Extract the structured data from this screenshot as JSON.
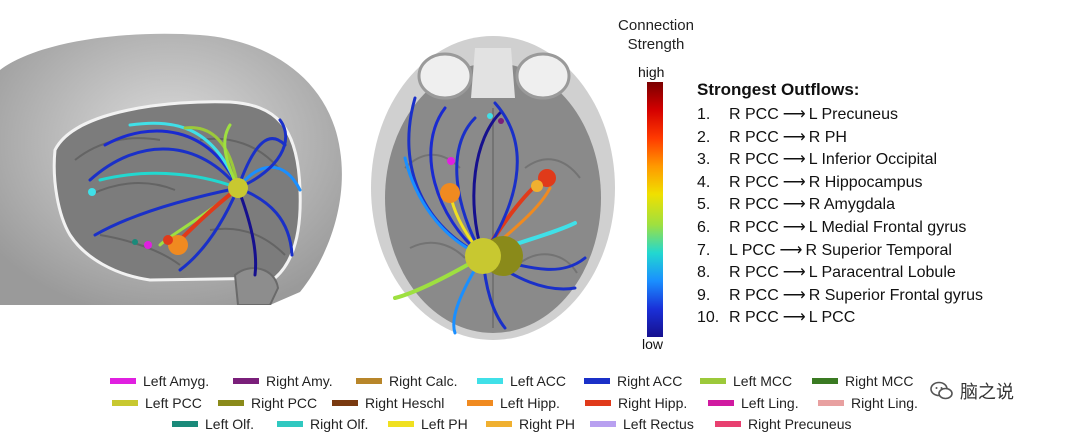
{
  "colorbar": {
    "title_line1": "Connection",
    "title_line2": "Strength",
    "high_label": "high",
    "low_label": "low",
    "gradient_colors": [
      "#7a0000",
      "#d40000",
      "#ff3a00",
      "#ff9900",
      "#f0e000",
      "#9ee040",
      "#22d8d0",
      "#1a8fff",
      "#1a30d8",
      "#16108e"
    ]
  },
  "outflows": {
    "title": "Strongest Outflows:",
    "items": [
      {
        "num": "1.",
        "source": "R PCC",
        "target": "L Precuneus"
      },
      {
        "num": "2.",
        "source": "R PCC",
        "target": "R PH"
      },
      {
        "num": "3.",
        "source": "R PCC",
        "target": "L Inferior Occipital"
      },
      {
        "num": "4.",
        "source": "R PCC",
        "target": "R Hippocampus"
      },
      {
        "num": "5.",
        "source": "R PCC",
        "target": "R Amygdala"
      },
      {
        "num": "6.",
        "source": "R PCC",
        "target": "L Medial Frontal gyrus"
      },
      {
        "num": "7.",
        "source": "L PCC",
        "target": "R Superior Temporal"
      },
      {
        "num": "8.",
        "source": "R PCC",
        "target": "L Paracentral Lobule"
      },
      {
        "num": "9.",
        "source": "R PCC",
        "target": "R Superior Frontal gyrus"
      },
      {
        "num": "10.",
        "source": "R PCC",
        "target": "L PCC"
      }
    ]
  },
  "legend": [
    {
      "label": "Left Amyg.",
      "color": "#e020e0"
    },
    {
      "label": "Right Amy.",
      "color": "#7a1f7a"
    },
    {
      "label": "Right Calc.",
      "color": "#b8862a"
    },
    {
      "label": "Left ACC",
      "color": "#40e0e8"
    },
    {
      "label": "Right ACC",
      "color": "#1a30c8"
    },
    {
      "label": "Left MCC",
      "color": "#9cc93a"
    },
    {
      "label": "Right MCC",
      "color": "#3a7a22"
    },
    {
      "label": "Left PCC",
      "color": "#c8c830"
    },
    {
      "label": "Right PCC",
      "color": "#8a8a1a"
    },
    {
      "label": "Right Heschl",
      "color": "#7a3a10"
    },
    {
      "label": "Left Hipp.",
      "color": "#f08a20"
    },
    {
      "label": "Right Hipp.",
      "color": "#e03a1a"
    },
    {
      "label": "Left Ling.",
      "color": "#d01aa0"
    },
    {
      "label": "Right Ling.",
      "color": "#e8a0a0"
    },
    {
      "label": "Left Olf.",
      "color": "#1a8a7a"
    },
    {
      "label": "Right Olf.",
      "color": "#30c8c0"
    },
    {
      "label": "Left PH",
      "color": "#f0e020"
    },
    {
      "label": "Right PH",
      "color": "#f0b030"
    },
    {
      "label": "Left Rectus",
      "color": "#b8a0f0"
    },
    {
      "label": "Right Precuneus",
      "color": "#e84070"
    }
  ],
  "watermark": {
    "text": "脑之说",
    "icon": "wechat-icon"
  }
}
